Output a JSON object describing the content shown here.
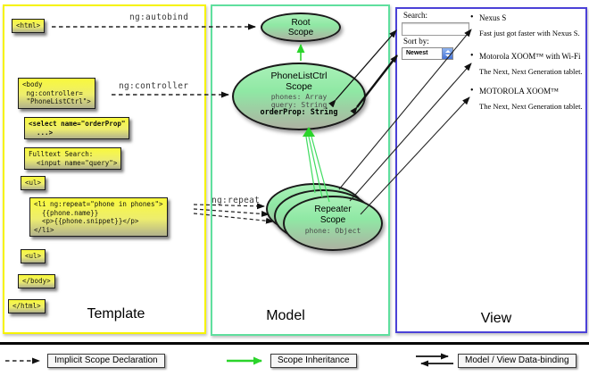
{
  "diagram_title": "AngularJS Template / Model / View scope binding diagram",
  "colors": {
    "template_border": "#f6f303",
    "model_border": "#5fdf9e",
    "view_border": "#4b41d7",
    "code_box_yellow": "#f9f93c",
    "scope_fill_green": "#8fe8a4",
    "inheritance_green": "#2bd42b",
    "arrow_black": "#111111"
  },
  "template_column": {
    "label": "Template",
    "boxes": [
      {
        "text": "<html>"
      },
      {
        "text": "<body\n ng:controller=\n \"PhoneListCtrl\">"
      },
      {
        "text": "<select name=\"orderProp\"\n  ...>"
      },
      {
        "text": "Fulltext Search:\n  <input name=\"query\">"
      },
      {
        "text": "<ul>"
      },
      {
        "text": "<li ng:repeat=\"phone in phones\">\n  {{phone.name}}\n  <p>{{phone.snippet}}</p>\n</li>"
      },
      {
        "text": "<ul>"
      },
      {
        "text": "</body>"
      },
      {
        "text": "</html>"
      }
    ]
  },
  "model_column": {
    "label": "Model",
    "root_scope": {
      "title": "Root\nScope"
    },
    "phone_list_ctrl_scope": {
      "title": "PhoneListCtrl\nScope",
      "phones_line": "phones: Array",
      "query_line": "query: String",
      "orderprop_line": "orderProp: String"
    },
    "repeater_scope": {
      "title": "Repeater\nScope",
      "prop_line": "phone: Object"
    }
  },
  "view_column": {
    "label": "View",
    "search_label": "Search:",
    "search_value": "",
    "sort_label": "Sort by:",
    "sort_value": "Newest",
    "items": [
      {
        "title": "Nexus S",
        "desc": "Fast just got faster with Nexus S."
      },
      {
        "title": "Motorola XOOM™  with Wi-Fi",
        "desc": "The Next, Next Generation tablet."
      },
      {
        "title": "MOTOROLA XOOM™",
        "desc": "The Next, Next Generation tablet."
      }
    ]
  },
  "annotations": {
    "autobind": "ng:autobind",
    "controller": "ng:controller",
    "repeat": "ng:repeat"
  },
  "legend": {
    "implicit": "Implicit Scope Declaration",
    "inheritance": "Scope Inheritance",
    "databinding": "Model / View Data-binding"
  }
}
